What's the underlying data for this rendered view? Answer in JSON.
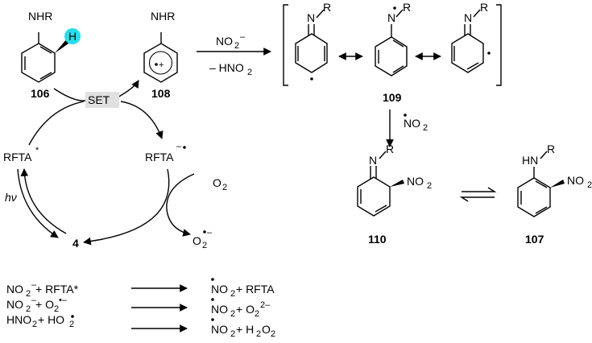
{
  "structures": {
    "s106": {
      "substituent": "NHR",
      "highlight_atom": "H",
      "highlight_color": "#22e0ea",
      "label": "106"
    },
    "s108": {
      "substituent": "NHR",
      "charge": "+",
      "label": "108"
    },
    "s109": {
      "imine_N": "N",
      "r_group": "R",
      "label": "109"
    },
    "s110": {
      "imine_N": "N",
      "r_group": "R",
      "nitro": "NO",
      "nitro_sub": "2",
      "label": "110"
    },
    "s107": {
      "amine": "HN",
      "r_group": "R",
      "nitro": "NO",
      "nitro_sub": "2",
      "label": "107"
    }
  },
  "reagents": {
    "no2_minus": "NO",
    "no2_minus_sub": "2",
    "no2_minus_sup": "–",
    "hno2": "– HNO",
    "hno2_sub": "2",
    "no2_radical": "NO",
    "no2_radical_sub": "2"
  },
  "cycle": {
    "set": "SET",
    "set_box_color": "#e0e0e0",
    "rfta_excited": "RFTA",
    "rfta_excited_sup": "*",
    "rfta_radical": "RFTA",
    "rfta_radical_sup": "–",
    "catalyst": "4",
    "light": "hν",
    "o2_in": "O",
    "o2_in_sub": "2",
    "o2_out": "O",
    "o2_out_sub": "2",
    "o2_out_sup": "–"
  },
  "equations": [
    {
      "left": "NO",
      "left_sub": "2",
      "left_sup": "–",
      "left_rest": " + RFTA*",
      "right": "NO",
      "right_sub": "2",
      "right_rest": " + RFTA"
    },
    {
      "left": "NO",
      "left_sub": "2",
      "left_sup": "–",
      "left_rest": " + O",
      "left_rest_sub": "2",
      "left_rest_sup": "•–",
      "right": "NO",
      "right_sub": "2",
      "right_rest": " + O",
      "right_rest_sub": "2",
      "right_rest_sup": "2–"
    },
    {
      "left": "HNO",
      "left_sub": "2",
      "left_rest": " + HO",
      "left_rest_sub": "2",
      "right": "NO",
      "right_sub": "2",
      "right_rest": " + H",
      "right_rest_sub": "2",
      "right_rest_tail": "O",
      "right_rest_tail_sub": "2"
    }
  ]
}
